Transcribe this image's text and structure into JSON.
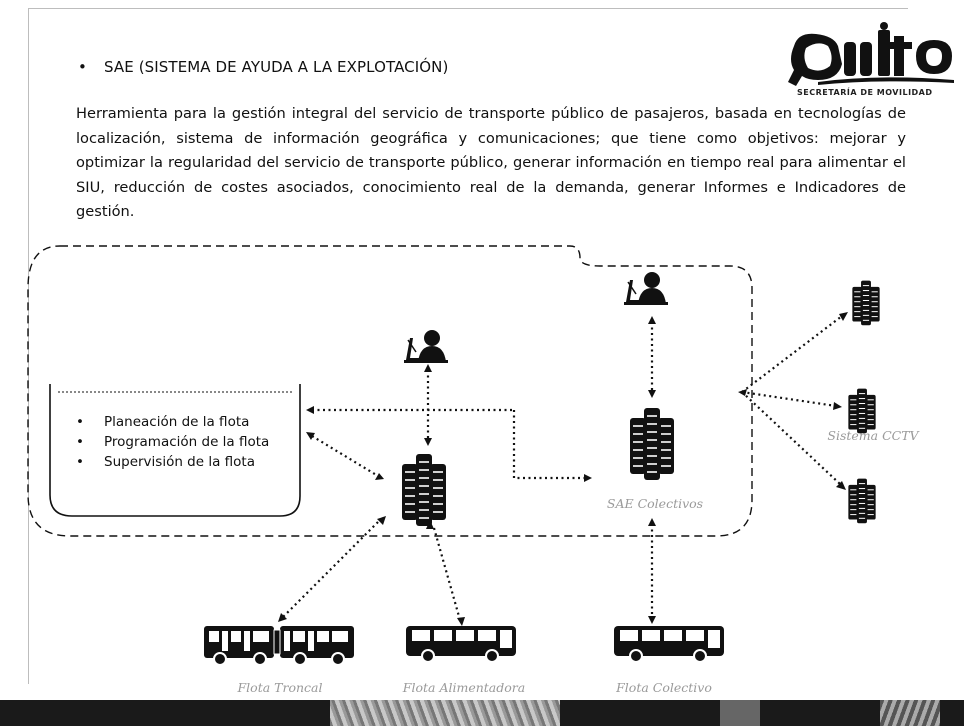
{
  "slide": {
    "bullet_title": "SAE (SISTEMA DE AYUDA A LA EXPLOTACIÓN)",
    "description": "Herramienta para la gestión integral del servicio de transporte público de pasajeros, basada en tecnologías de localización, sistema de información geográfica y comunicaciones; que tiene como objetivos: mejorar y optimizar la regularidad del servicio de transporte público, generar información en tiempo real para alimentar el SIU, reducción de costes asociados, conocimiento real de la demanda, generar Informes e Indicadores de gestión."
  },
  "logo": {
    "word": "Quito",
    "subtitle": "SECRETARÍA DE MOVILIDAD"
  },
  "diagram": {
    "planning_box": {
      "title": "",
      "items": [
        "Planeación de la flota",
        "Programación de la flota",
        "Supervisión de la flota"
      ]
    },
    "labels": {
      "central_operator": "",
      "sae_colectivos": "SAE Colectivos",
      "operator_colectivos": "",
      "right_top": "",
      "sistema_cctv": "Sistema CCTV",
      "right_bottom": "",
      "flota_troncal": "Flota Troncal",
      "flota_alimentadora": "Flota Alimentadora",
      "flota_colectivo": "Flota Colectivo"
    },
    "icons": [
      "person-at-terminal-icon",
      "server-rack-icon",
      "articulated-bus-icon",
      "bus-icon"
    ]
  }
}
